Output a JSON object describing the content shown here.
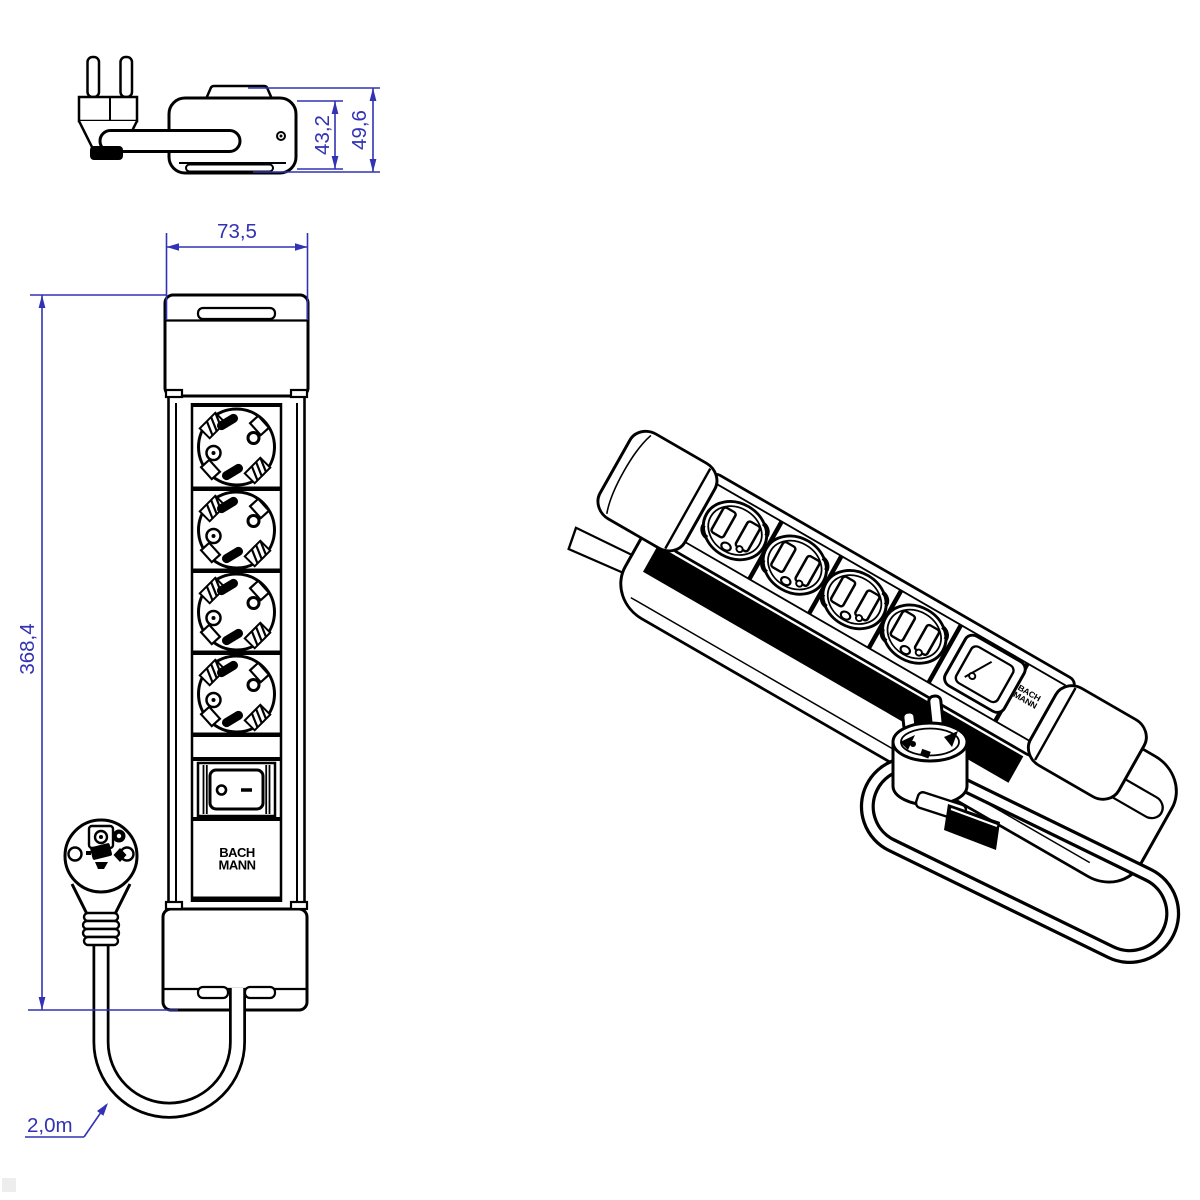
{
  "drawing": {
    "type": "technical-dimension-drawing",
    "colors": {
      "background": "#ffffff",
      "line": "#000000",
      "dimension": "#3232b4"
    },
    "side_view": {
      "dim_inner": "43,2",
      "dim_outer": "49,6"
    },
    "front_view": {
      "dim_width": "73,5",
      "dim_length": "368,4",
      "cable_label": "2,0m",
      "socket_count": 4,
      "logo_top": "BACH",
      "logo_bottom": "MANN",
      "switch_markings": {
        "off": "circle",
        "on": "dash"
      }
    },
    "iso_view": {
      "socket_count": 4,
      "logo_top": "BACH",
      "logo_bottom": "MANN"
    }
  }
}
